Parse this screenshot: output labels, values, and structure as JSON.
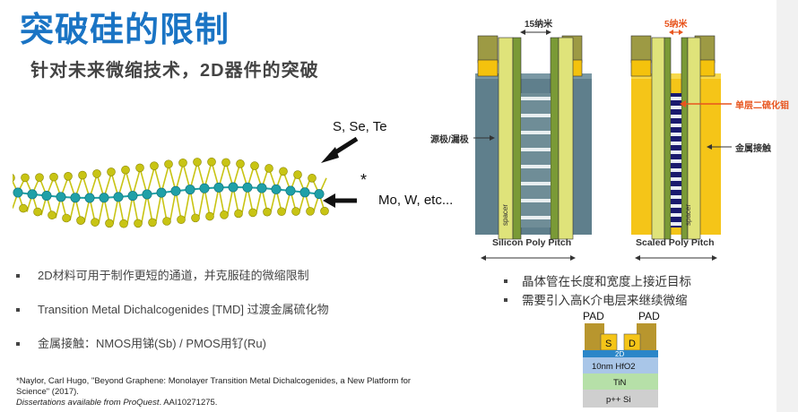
{
  "slide": {
    "title": "突破硅的限制",
    "subtitle": "针对未来微缩技术，2D器件的突破"
  },
  "molecule": {
    "label_top": "S, Se, Te",
    "label_bottom": "Mo, W, etc...",
    "asterisk": "*",
    "colors": {
      "chalcogen": "#c8c414",
      "metal": "#1fa0a8"
    }
  },
  "left_bullets": [
    {
      "text": "2D材料可用于制作更短的通道，并克服硅的微缩限制"
    },
    {
      "text": "Transition Metal Dichalcogenides [TMD] 过渡金属硫化物"
    },
    {
      "text": "金属接触：NMOS用锑(Sb) / PMOS用钌(Ru)"
    }
  ],
  "footnote": {
    "line1": "*Naylor, Carl Hugo, \"Beyond Graphene: Monolayer Transition Metal Dichalcogenides, a New Platform for",
    "line2": "Science\" (2017).",
    "line3_italic": "Dissertations available from ProQuest",
    "line3_rest": ". AAI10271275."
  },
  "diagram": {
    "dim_left": "15纳米",
    "dim_right": "5纳米",
    "label_source_drain": "源极/漏极",
    "label_monolayer": "单层二硫化钼",
    "label_metal_contact": "金属接触",
    "spacer": "spacer",
    "caption_left": "Silicon Poly Pitch",
    "caption_right": "Scaled Poly Pitch",
    "colors": {
      "accent": "#e8551e",
      "silicon": "#5f7f8c",
      "metal": "#f5c518"
    }
  },
  "right_bullets": [
    {
      "text": "晶体管在长度和宽度上接近目标"
    },
    {
      "text": "需要引入高K介电层来继续微缩"
    }
  ],
  "stack": {
    "pad_left": "PAD",
    "pad_right": "PAD",
    "s": "S",
    "d": "D",
    "channel": "2D",
    "hfo2": "10nm HfO2",
    "tin": "TiN",
    "si": "p++ Si"
  }
}
